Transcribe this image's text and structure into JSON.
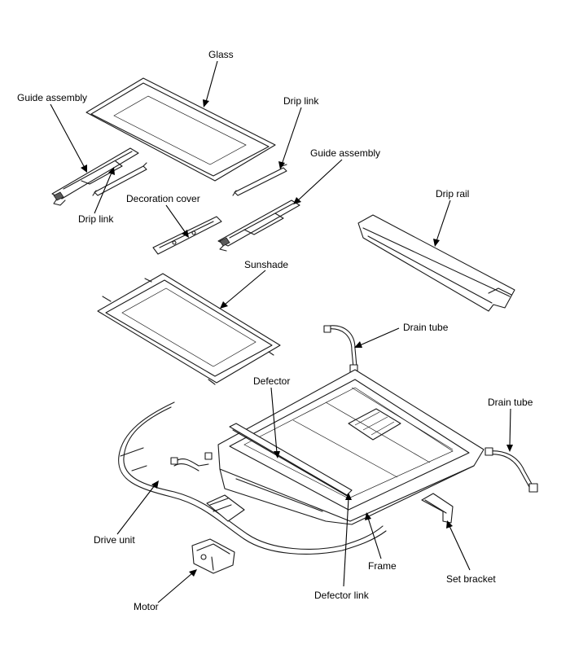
{
  "labels": {
    "glass": "Glass",
    "guide_assembly_left": "Guide assembly",
    "drip_link_upper": "Drip link",
    "guide_assembly_right": "Guide assembly",
    "drip_link_lower": "Drip link",
    "decoration_cover": "Decoration cover",
    "drip_rail": "Drip rail",
    "sunshade": "Sunshade",
    "drain_tube_upper": "Drain tube",
    "defector": "Defector",
    "drain_tube_right": "Drain tube",
    "drive_unit": "Drive unit",
    "frame": "Frame",
    "set_bracket": "Set bracket",
    "motor": "Motor",
    "defector_link": "Defector link"
  }
}
